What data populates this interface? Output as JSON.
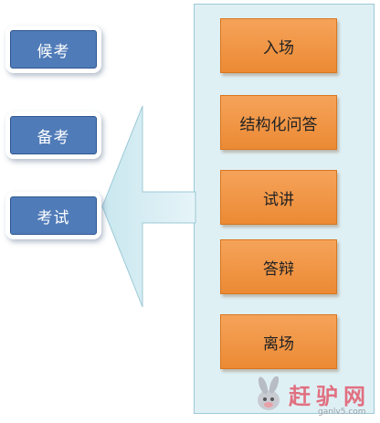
{
  "stages": [
    {
      "label": "候考"
    },
    {
      "label": "备考"
    },
    {
      "label": "考试"
    }
  ],
  "steps": [
    {
      "label": "入场"
    },
    {
      "label": "结构化问答"
    },
    {
      "label": "试讲"
    },
    {
      "label": "答辩"
    },
    {
      "label": "离场"
    }
  ],
  "watermark": {
    "title": "赶驴网",
    "url": "ganlv5.com"
  },
  "colors": {
    "stage_fill": "#4f7bb8",
    "step_fill": "#ec8a34",
    "panel_fill": "#dff0f5",
    "arrow_fill": "#dff0f5"
  }
}
